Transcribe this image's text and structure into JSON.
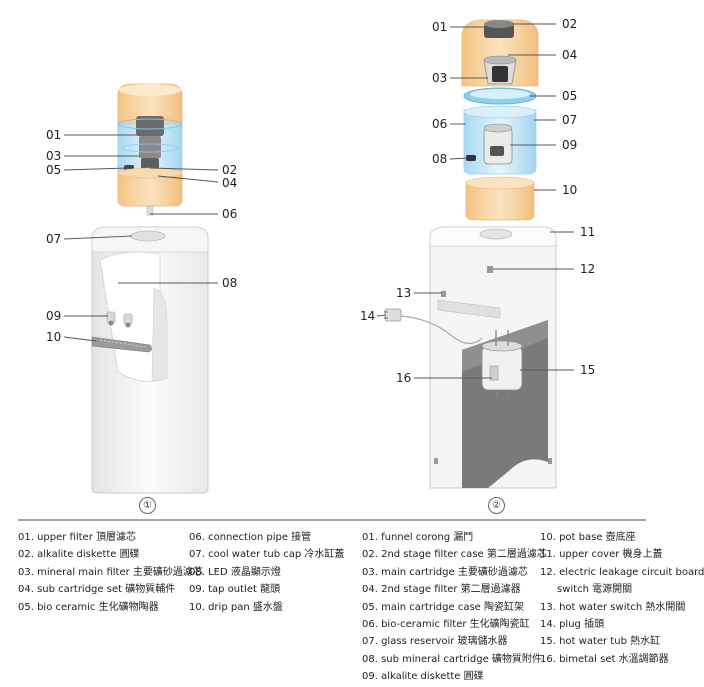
{
  "figures": [
    {
      "label": "①",
      "callouts": [
        "01",
        "02",
        "03",
        "04",
        "05",
        "06",
        "07",
        "08",
        "09",
        "10"
      ]
    },
    {
      "label": "②",
      "callouts": [
        "01",
        "02",
        "03",
        "04",
        "05",
        "06",
        "07",
        "08",
        "09",
        "10",
        "11",
        "12",
        "13",
        "14",
        "15",
        "16"
      ]
    }
  ],
  "legend": {
    "col1": [
      "01. upper filter 頂層濾芯",
      "02. alkalite diskette 圓碟",
      "03. mineral main filter 主要礦砂過濾芯",
      "04. sub cartridge set 礦物質輔件",
      "05. bio ceramic 生化礦物陶器"
    ],
    "col2": [
      "06. connection pipe 接管",
      "07. cool water tub cap 冷水缸蓋",
      "08. LED 液晶顯示燈",
      "09. tap outlet 龍頭",
      "10. drip pan 盛水盤"
    ],
    "col3": [
      "01. funnel corong 漏鬥",
      "02. 2nd stage filter case 第二層過濾芯",
      "03. main cartridge 主要礦砂過濾芯",
      "04. 2nd stage filter 第二層過濾器",
      "05. main cartridge case 陶瓷缸架",
      "06. bio-ceramic filter 生化礦陶瓷缸",
      "07. glass reservoir 玻璃儲水器",
      "08. sub mineral cartridge 礦物質附件",
      "09. alkalite diskette 圓碟"
    ],
    "col4": [
      "10. pot base 壺底座",
      "11. upper cover 機身上蓋",
      "12. electric leakage circuit board",
      "switch 電源開關",
      "13. hot water switch 熱水開關",
      "14. plug 插頭",
      "15. hot water tub 熱水缸",
      "16. bimetal set 水溫調節器"
    ]
  },
  "colors": {
    "orange": "#f7cf9a",
    "blue": "#bfe4f7",
    "body": "#f2f2f2",
    "grey_fill": "#777777",
    "line": "#555555"
  }
}
